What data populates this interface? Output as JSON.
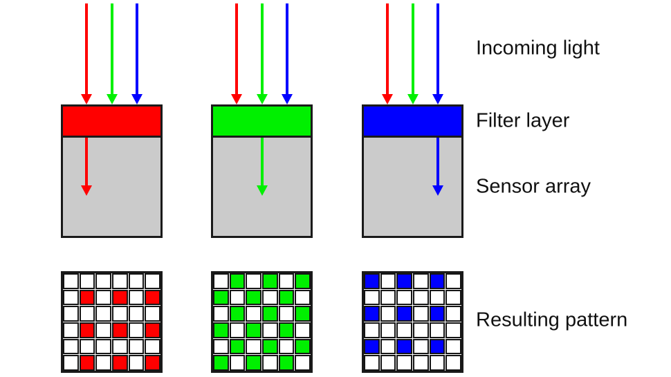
{
  "labels": {
    "incoming_light": "Incoming light",
    "filter_layer": "Filter layer",
    "sensor_array": "Sensor array",
    "resulting_pattern": "Resulting pattern"
  },
  "colors": {
    "red": "#ff0000",
    "green": "#00f000",
    "blue": "#0000ff",
    "sensor_gray": "#cbcbcb",
    "outline": "#1a1a1a",
    "cell_white": "#ffffff"
  },
  "columns": [
    {
      "name": "red-filter-column",
      "filter": "red",
      "incoming": [
        "red",
        "green",
        "blue"
      ],
      "transmitted": "red",
      "pattern": [
        "oooooo",
        "oRoRoR",
        "oooooo",
        "oRoRoR",
        "oooooo",
        "oRoRoR"
      ]
    },
    {
      "name": "green-filter-column",
      "filter": "green",
      "incoming": [
        "red",
        "green",
        "blue"
      ],
      "transmitted": "green",
      "pattern": [
        "oGoGoG",
        "GoGoGo",
        "oGoGoG",
        "GoGoGo",
        "oGoGoG",
        "GoGoGo"
      ]
    },
    {
      "name": "blue-filter-column",
      "filter": "blue",
      "incoming": [
        "red",
        "green",
        "blue"
      ],
      "transmitted": "blue",
      "pattern": [
        "BoBoBo",
        "oooooo",
        "BoBoBo",
        "oooooo",
        "BoBoBo",
        "oooooo"
      ]
    }
  ]
}
